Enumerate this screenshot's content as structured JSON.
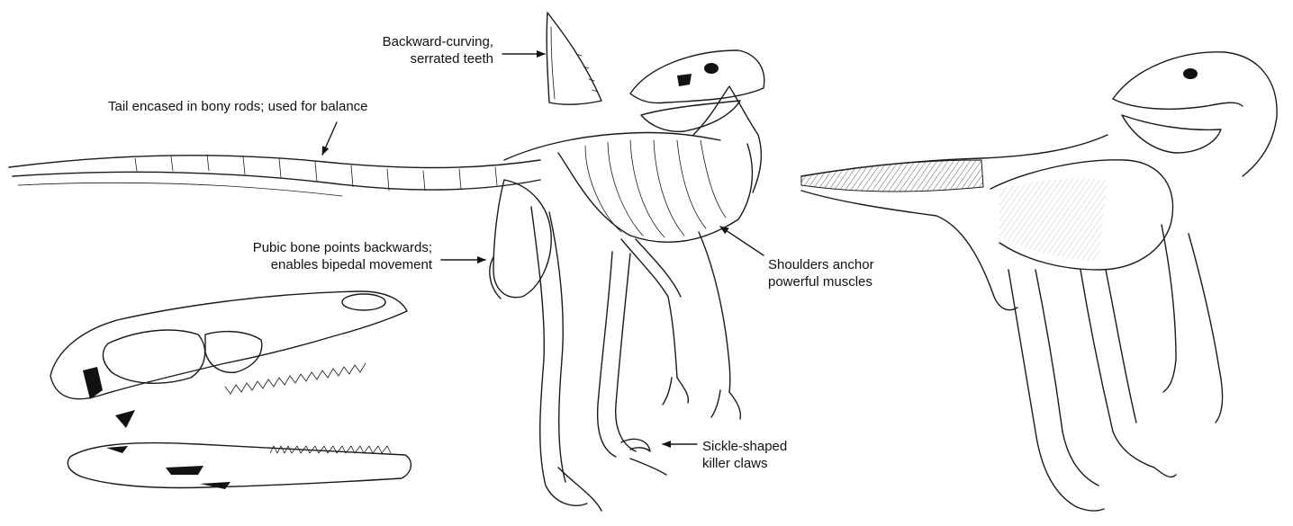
{
  "annotations": {
    "teeth": {
      "lines": [
        "Backward-curving,",
        "serrated teeth"
      ]
    },
    "tail": {
      "lines": [
        "Tail encased in bony rods; used for balance"
      ]
    },
    "pubic": {
      "lines": [
        "Pubic bone points backwards;",
        "enables bipedal movement"
      ]
    },
    "shoulders": {
      "lines": [
        "Shoulders anchor",
        "powerful muscles"
      ]
    },
    "claws": {
      "lines": [
        "Sickle-shaped",
        "killer claws"
      ]
    }
  },
  "illustrations": {
    "tooth": "serrated-tooth-drawing",
    "skeleton": "dinosaur-skeleton-drawing",
    "skull": "skull-drawing",
    "restoration": "dinosaur-restoration-drawing"
  },
  "colors": {
    "ink": "#111111",
    "paper": "#ffffff"
  }
}
